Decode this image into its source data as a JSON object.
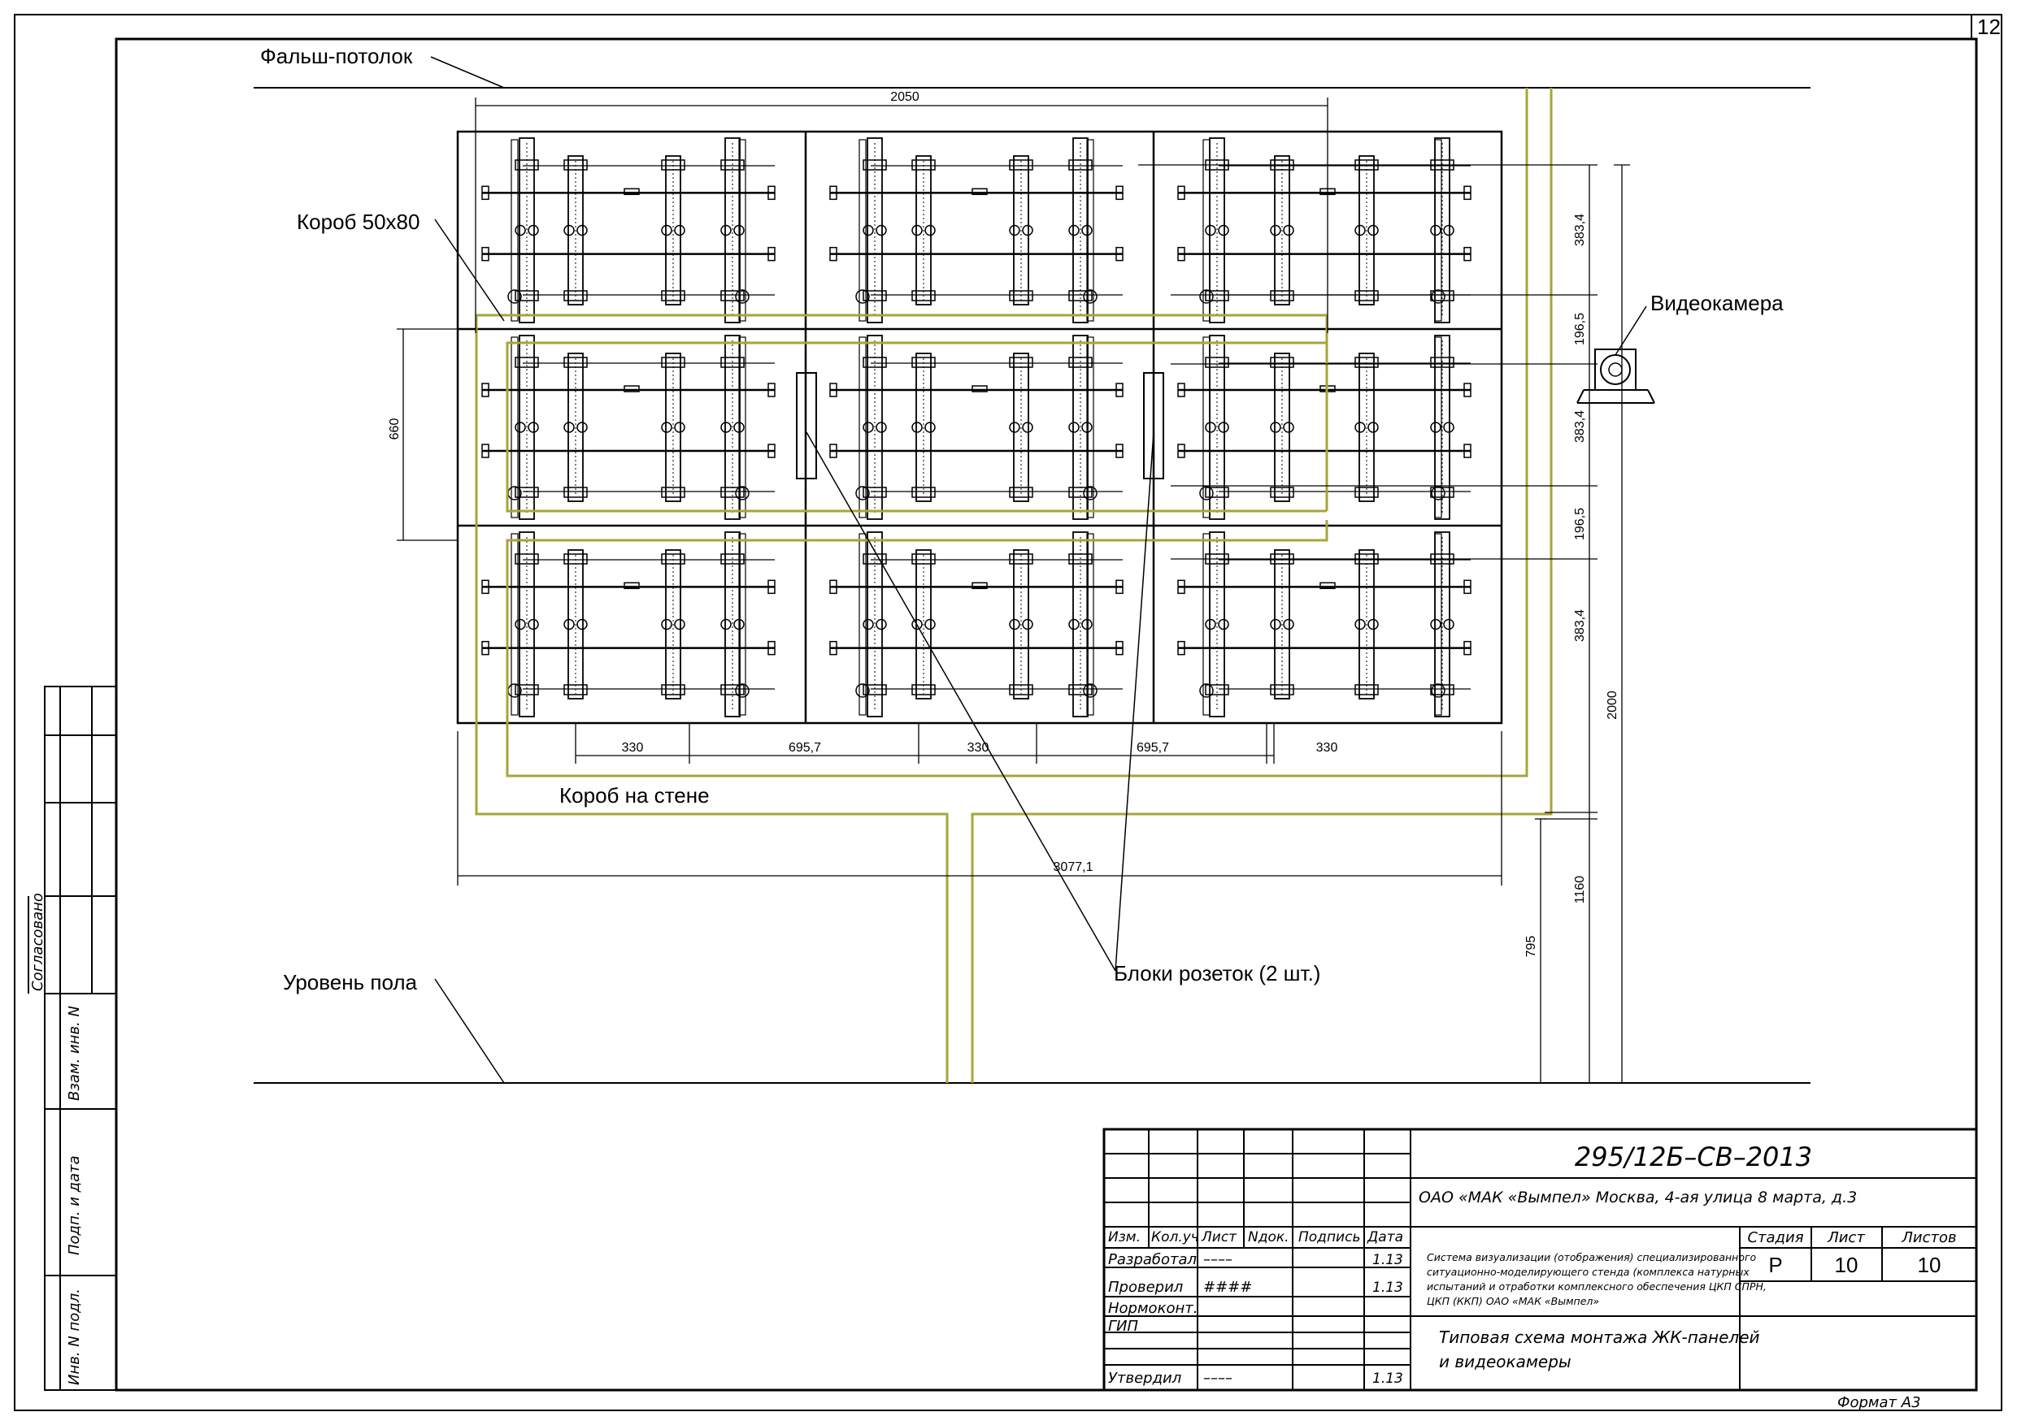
{
  "sheet_number": "12",
  "labels": {
    "false_ceiling": "Фальш-потолок",
    "duct_50x80": "Короб 50х80",
    "camera": "Видеокамера",
    "wall_duct": "Короб на стене",
    "floor_level": "Уровень пола",
    "sockets": "Блоки розеток (2 шт.)"
  },
  "dimensions": {
    "top_width": "2050",
    "total_width": "3077,1",
    "row_height": "660",
    "panel_h_1": "383,4",
    "gap_1": "196,5",
    "panel_h_2": "383,4",
    "gap_2": "196,5",
    "panel_h_3": "383,4",
    "total_height": "2000",
    "camera_height": "1160",
    "bottom_height": "795",
    "bottom_dims": [
      "330",
      "695,7",
      "330",
      "695,7",
      "330"
    ]
  },
  "side_stamp": {
    "agreed": "Согласовано",
    "exch_inv": "Взам. инв. N",
    "sign_date": "Подп. и дата",
    "inv_orig": "Инв. N подл."
  },
  "title_block": {
    "doc_code": "295/12Б–СВ–2013",
    "organization": "ОАО «МАК «Вымпел» Москва, 4-ая улица 8 марта, д.3",
    "headers": [
      "Изм.",
      "Кол.уч",
      "Лист",
      "Nдок.",
      "Подпись",
      "Дата"
    ],
    "roles": [
      {
        "role": "Разработал",
        "name": "––––",
        "date": "1.13"
      },
      {
        "role": "Проверил",
        "name": "####",
        "date": "1.13"
      },
      {
        "role": "Нормоконт.",
        "name": "",
        "date": ""
      },
      {
        "role": "ГИП",
        "name": "",
        "date": ""
      },
      {
        "role": "Утвердил",
        "name": "––––",
        "date": "1.13"
      }
    ],
    "system_lines": [
      "Система визуализации (отображения) специализированного",
      "ситуационно-моделирующего стенда (комплекса натурных",
      "испытаний и отработки комплексного обеспечения ЦКП СПРН,",
      "ЦКП (ККП) ОАО «МАК «Вымпел»"
    ],
    "drawing_title_lines": [
      "Типовая схема монтажа ЖК-панелей",
      "и видеокамеры"
    ],
    "stage_label": "Стадия",
    "sheet_label": "Лист",
    "sheets_label": "Листов",
    "stage": "Р",
    "sheet": "10",
    "sheets": "10"
  },
  "format": "Формат А3"
}
